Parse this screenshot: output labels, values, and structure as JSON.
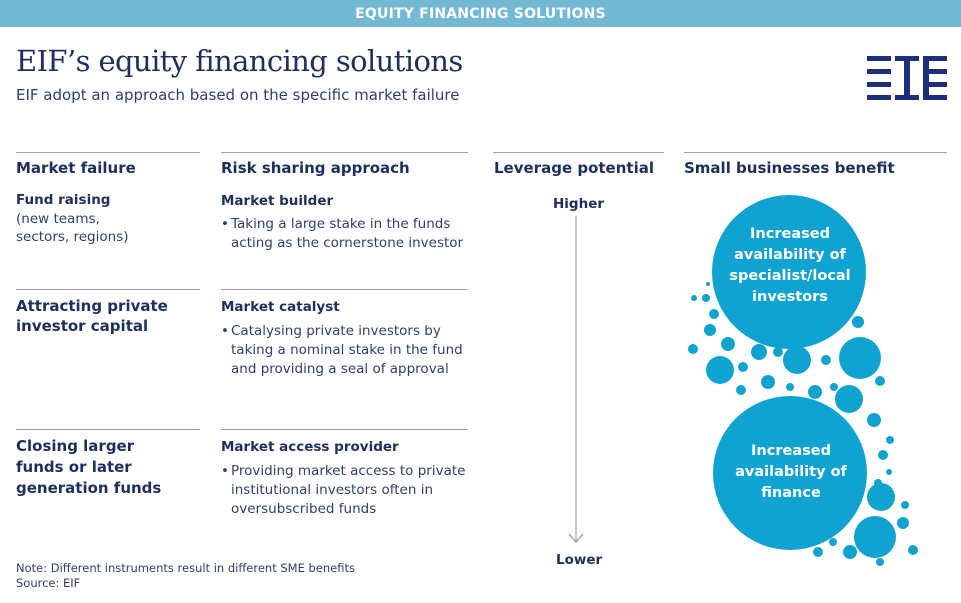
{
  "banner": "EQUITY FINANCING SOLUTIONS",
  "title": "EIF’s equity financing solutions",
  "subtitle": "EIF adopt an approach based on the specific market failure",
  "logo": {
    "icon": "eif-logo",
    "color": "#1d2f7a"
  },
  "columns": {
    "market_failure": "Market failure",
    "risk_sharing": "Risk sharing approach",
    "leverage": "Leverage potential",
    "benefit": "Small businesses benefit"
  },
  "rows": [
    {
      "failure": "Fund raising",
      "failure_sub": "(new teams, sectors, regions)",
      "approach": "Market builder",
      "description": "Taking a large stake in the funds acting as the cornerstone investor"
    },
    {
      "failure": "Attracting private investor capital",
      "failure_sub": "",
      "approach": "Market catalyst",
      "description": "Catalysing private investors by taking a nominal stake in the fund and providing a seal of approval"
    },
    {
      "failure": "Closing larger funds or later generation funds",
      "failure_sub": "",
      "approach": "Market access provider",
      "description": "Providing market access to private institutional investors often in oversubscribed funds"
    }
  ],
  "bullet": "•",
  "leverage": {
    "higher": "Higher",
    "lower": "Lower"
  },
  "benefits": {
    "top": "Increased availability of specialist/local investors",
    "bottom": "Increased availability of finance"
  },
  "colors": {
    "bubble": "#10a3d1",
    "navy": "#1d2f5c",
    "banner": "#74b9d4"
  },
  "note": "Note: Different instruments result in different SME benefits",
  "source": "Source: EIF"
}
